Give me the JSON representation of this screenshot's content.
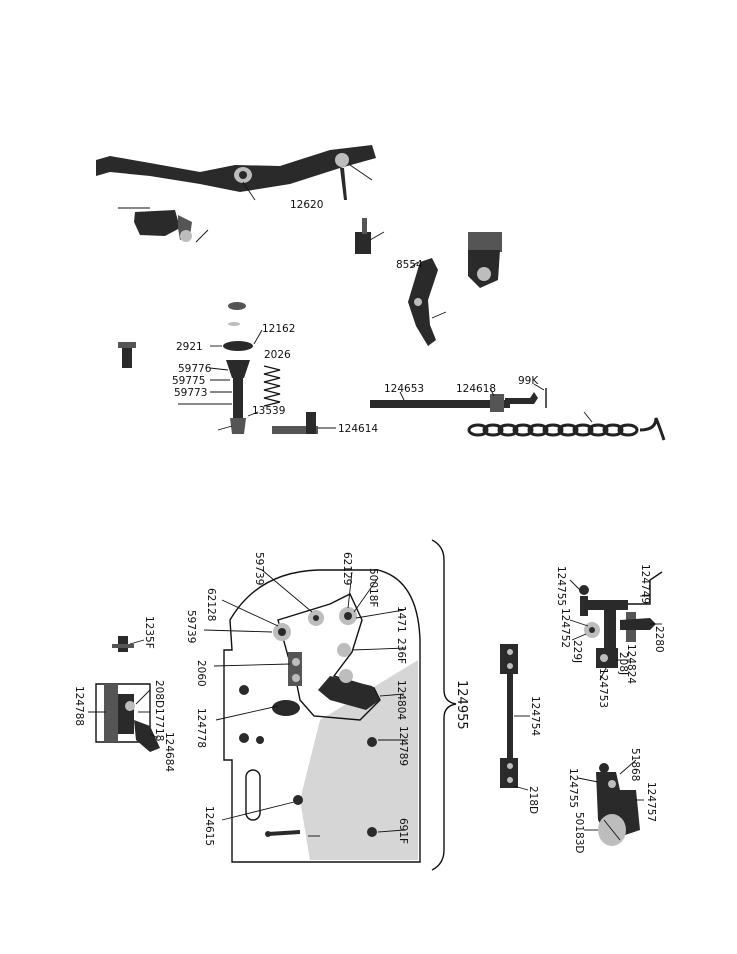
{
  "upper": {
    "labels": [
      "12620",
      "12162",
      "2921",
      "2026",
      "59776",
      "59775",
      "59773",
      "13539",
      "124614",
      "8554",
      "124653",
      "124618",
      "99K"
    ]
  },
  "lower": {
    "assembly_label": "124955",
    "plate_labels": [
      "59739",
      "62128",
      "59739",
      "62129",
      "50018F",
      "1471",
      "236F",
      "2060",
      "124778",
      "124804",
      "124789",
      "124615",
      "691F"
    ],
    "foot_labels": [
      "124788",
      "208D",
      "17718",
      "124684",
      "1235F"
    ],
    "rod_labels": [
      "124754",
      "218D"
    ],
    "right_labels": [
      "124755",
      "124749",
      "124752",
      "2280",
      "124824",
      "208J",
      "124753",
      "229J"
    ],
    "cam_labels": [
      "124755",
      "51868",
      "124757",
      "50183D"
    ]
  }
}
